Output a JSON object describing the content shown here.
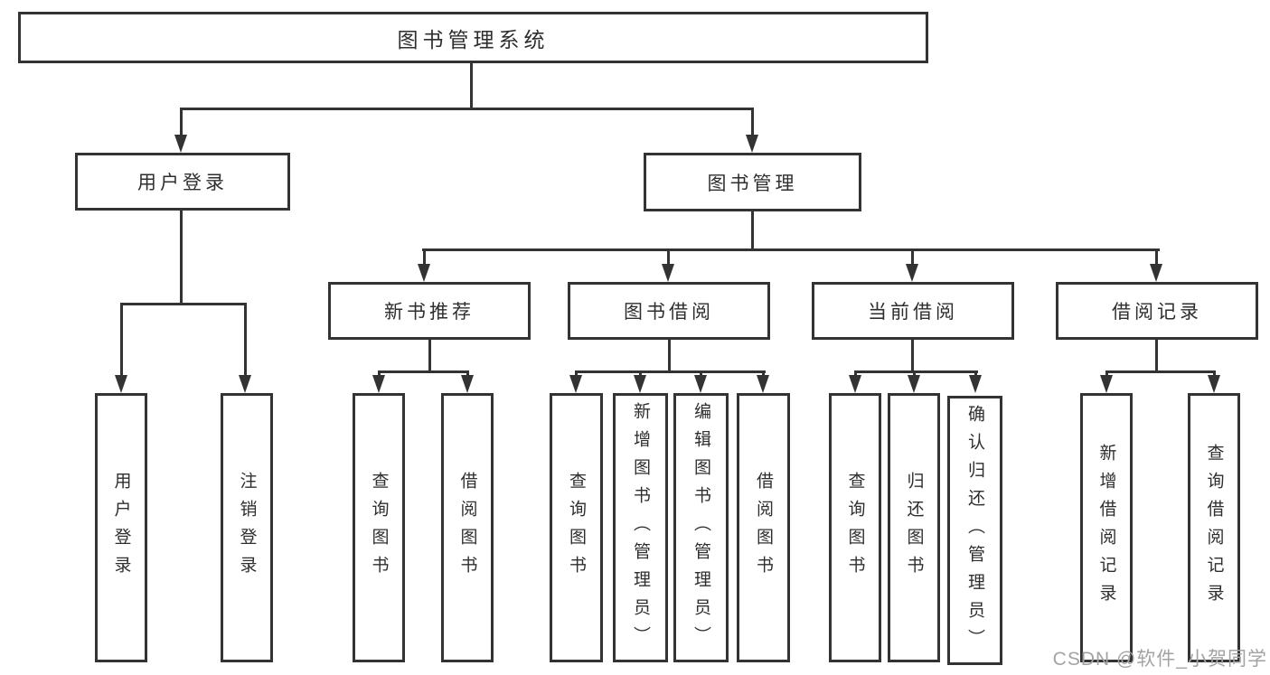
{
  "diagram_title": "图书管理系统",
  "tree": {
    "root": {
      "label": "图书管理系统",
      "children": [
        {
          "label": "用户登录",
          "children": [
            {
              "label": "用户登录"
            },
            {
              "label": "注销登录"
            }
          ]
        },
        {
          "label": "图书管理",
          "children": [
            {
              "label": "新书推荐",
              "children": [
                {
                  "label": "查询图书"
                },
                {
                  "label": "借阅图书"
                }
              ]
            },
            {
              "label": "图书借阅",
              "children": [
                {
                  "label": "查询图书"
                },
                {
                  "label": "新增图书（管理员）"
                },
                {
                  "label": "编辑图书（管理员）"
                },
                {
                  "label": "借阅图书"
                }
              ]
            },
            {
              "label": "当前借阅",
              "children": [
                {
                  "label": "查询图书"
                },
                {
                  "label": "归还图书"
                },
                {
                  "label": "确认归还（管理员）"
                }
              ]
            },
            {
              "label": "借阅记录",
              "children": [
                {
                  "label": "新增借阅记录"
                },
                {
                  "label": "查询借阅记录"
                }
              ]
            }
          ]
        }
      ]
    }
  },
  "watermark": {
    "text": "CSDN @软件_小贺同学"
  },
  "colors": {
    "line": "#333333",
    "text": "#2e2e2e",
    "background": "#ffffff",
    "watermark": "#a3a3a3"
  }
}
